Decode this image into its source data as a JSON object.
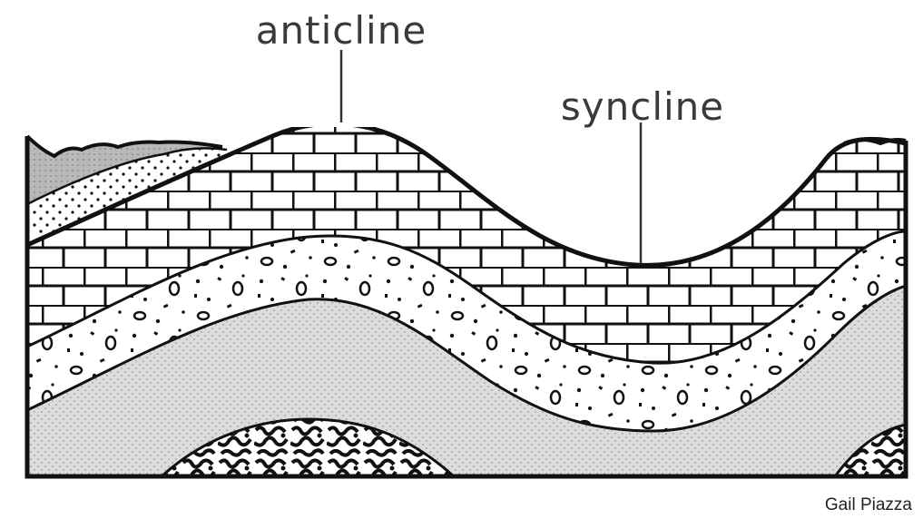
{
  "labels": {
    "anticline": "anticline",
    "syncline": "syncline"
  },
  "credit": "Gail Piazza",
  "colors": {
    "ink": "#111111",
    "gray_fill": "#d9d9d9",
    "sediment_gray": "#b3b3b3",
    "background": "#ffffff"
  },
  "layers": [
    {
      "name": "surface-sediment",
      "pattern": "gray"
    },
    {
      "name": "sandstone-dotted",
      "pattern": "fine-dots"
    },
    {
      "name": "limestone-brick",
      "pattern": "brick"
    },
    {
      "name": "conglomerate",
      "pattern": "pebbles"
    },
    {
      "name": "shale-gray",
      "pattern": "light-stipple"
    },
    {
      "name": "basement-rock",
      "pattern": "crumpled"
    }
  ]
}
